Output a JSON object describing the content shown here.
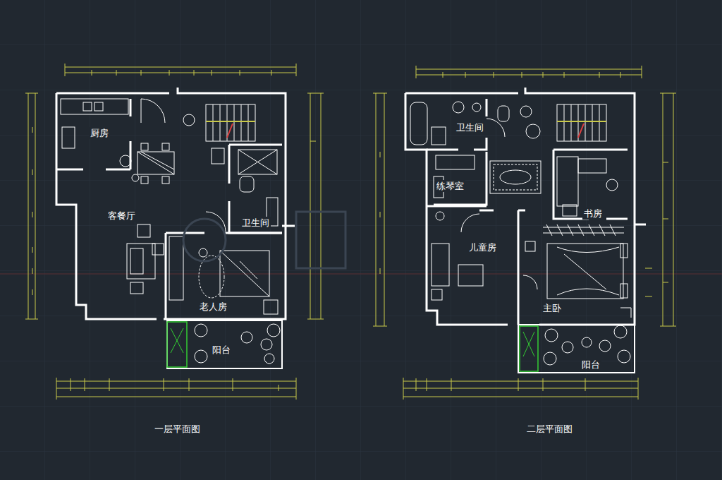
{
  "diagram": {
    "nodes": [
      {
        "text": [
          "厨房"
        ]
      },
      {
        "text": [
          "客餐厅"
        ]
      },
      {
        "text": [
          "卫生间"
        ]
      },
      {
        "text": [
          "老人房"
        ]
      },
      {
        "text": [
          "阳台"
        ]
      },
      {
        "text": [
          "卫生间"
        ]
      },
      {
        "text": [
          "练琴室"
        ]
      },
      {
        "text": [
          "书房"
        ]
      },
      {
        "text": [
          "儿童房"
        ]
      },
      {
        "text": [
          "主卧"
        ]
      },
      {
        "text": [
          "阳台"
        ]
      }
    ],
    "labels": [
      "一层平面图",
      "二层平面图"
    ]
  }
}
